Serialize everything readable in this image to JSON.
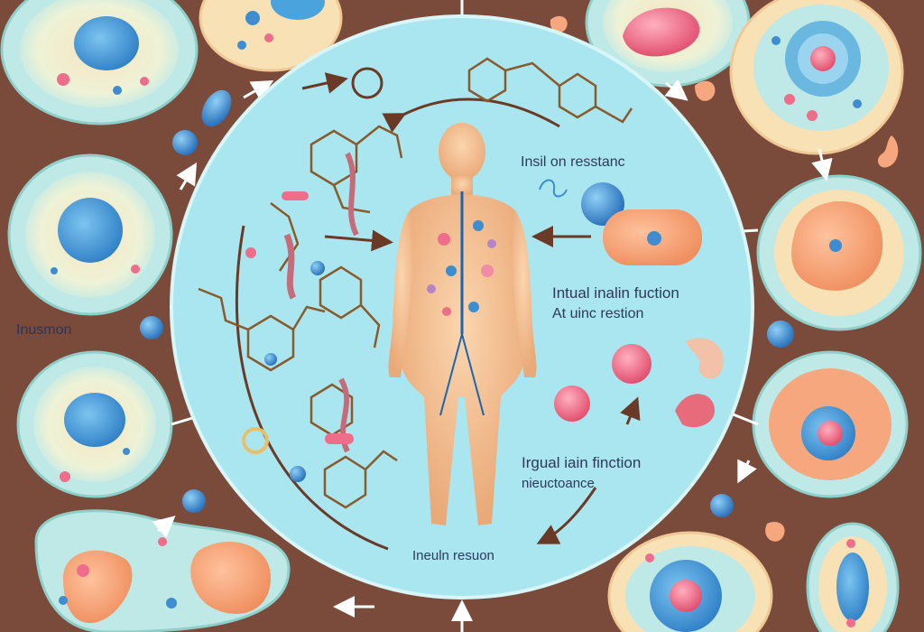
{
  "diagram": {
    "labels": {
      "insulin_resistance_top": "Insil  on resstanc",
      "intual_function_1": "Intual inalin fuction",
      "intual_function_2": "At uinc restion",
      "irgual_function_1": "Irgual iain finction",
      "irgual_function_2": "nieuctoance",
      "insulin_resuon": "Ineuln resuon",
      "inusmon": "Inusmon"
    },
    "colors": {
      "background": "#7a4a3a",
      "central_circle": "#a9e6ef",
      "cell_membrane": "#bfe9e6",
      "cell_cytoplasm": "#f8e2b5",
      "nucleus": "#4aa3dc",
      "organelle_orange": "#f6a77d",
      "molecule_pink": "#ee6d8a",
      "molecule_blue": "#3e8dd0",
      "arrow_white": "#ffffff",
      "arrow_dark": "#6b3a26",
      "body_skin": "#f4c38f",
      "label_text": "#2e3a5a"
    },
    "icons": [
      "human-body-icon",
      "molecule-structure-icon",
      "cell-icon",
      "arrow-icon",
      "protein-strand-icon"
    ]
  }
}
